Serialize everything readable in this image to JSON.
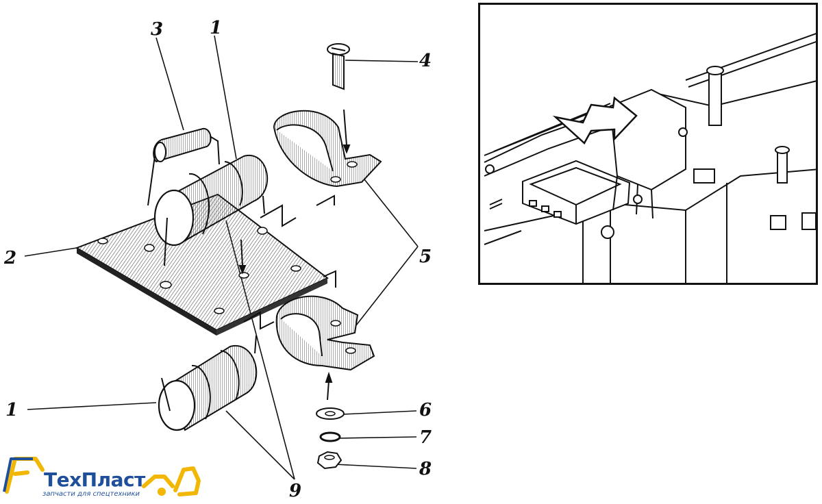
{
  "callouts": {
    "c3": "3",
    "c1_top": "1",
    "c4": "4",
    "c2": "2",
    "c5": "5",
    "c1_bottom": "1",
    "c6": "6",
    "c7": "7",
    "c8": "8",
    "c9": "9"
  },
  "logo": {
    "brand": "ТехПласт",
    "tagline": "запчасти для спецтехники",
    "brand_color": "#1f4f9a",
    "accent_color": "#f2b705"
  },
  "colors": {
    "line": "#111111",
    "hatch": "#555555",
    "arrow_fill": "#ffffff"
  }
}
